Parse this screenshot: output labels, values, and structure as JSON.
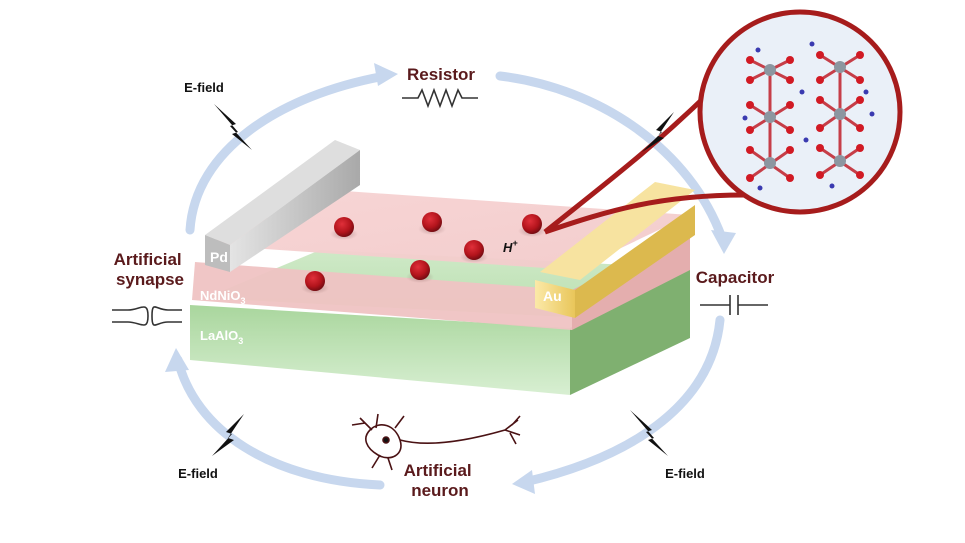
{
  "labels": {
    "resistor": "Resistor",
    "capacitor": "Capacitor",
    "synapse_line1": "Artificial",
    "synapse_line2": "synapse",
    "neuron_line1": "Artificial",
    "neuron_line2": "neuron",
    "efield_top_left": "E-field",
    "efield_bottom_left": "E-field",
    "efield_bottom_right": "E-field",
    "proton_base": "H",
    "proton_sup": "+"
  },
  "layers": {
    "pd": "Pd",
    "au": "Au",
    "ndnio3_base": "NdNiO",
    "ndnio3_sub": "3",
    "laalo3_base": "LaAlO",
    "laalo3_sub": "3"
  },
  "colors": {
    "label_maroon": "#5a1a1c",
    "inset_border": "#a61c1c",
    "arrow_blue": "#c7d7ee",
    "ndnio3_pink": "#f4c9c9",
    "laalo3_green": "#a8d4a0",
    "au_yellow": "#f3dc8a",
    "pd_gray": "#c8c8c8",
    "proton_red": "#b3141c"
  },
  "icons": [
    "lightning-icon",
    "resistor-icon",
    "capacitor-icon",
    "synapse-icon",
    "neuron-icon",
    "crystal-lattice-icon"
  ]
}
